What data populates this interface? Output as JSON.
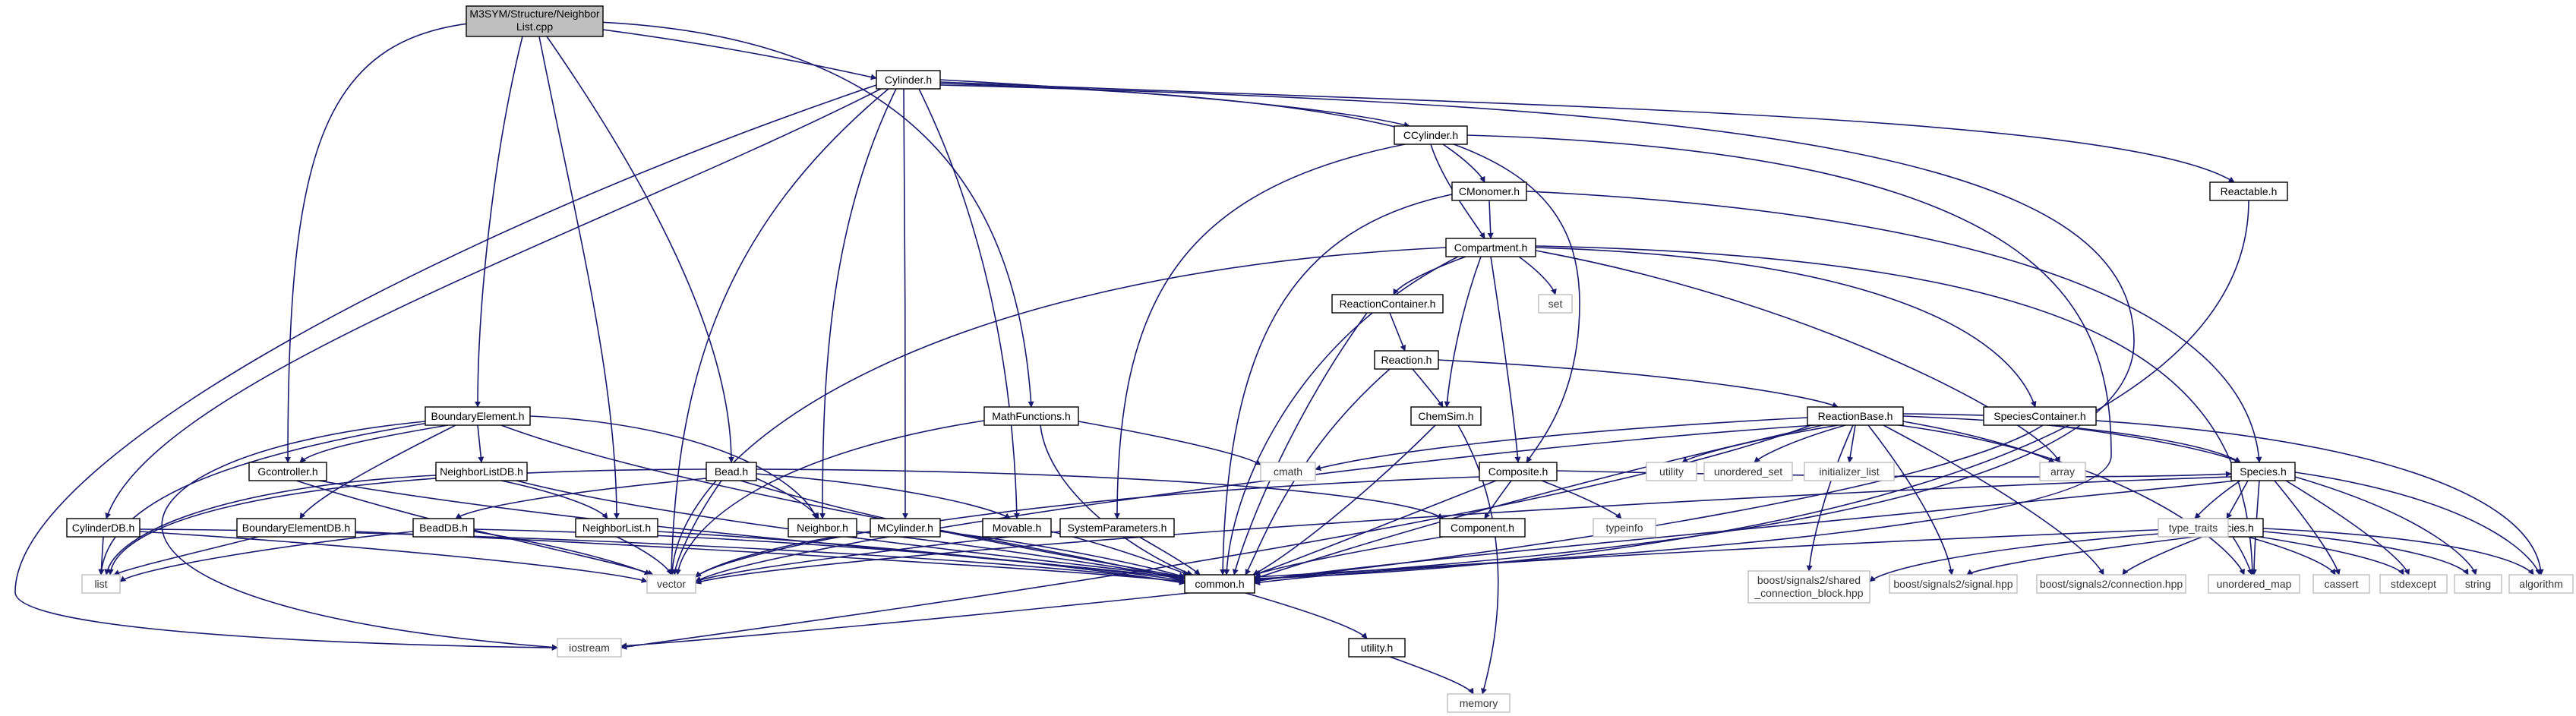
{
  "nodes": {
    "root": [
      "M3SYM/Structure/Neighbor",
      "List.cpp"
    ],
    "cylinder": "Cylinder.h",
    "boundary_element": "BoundaryElement.h",
    "gcontroller": "Gcontroller.h",
    "neighborlist_db": "NeighborListDB.h",
    "boundary_element_db": "BoundaryElementDB.h",
    "cylinder_db": "CylinderDB.h",
    "neighborlist": "NeighborList.h",
    "bead": "Bead.h",
    "bead_db": "BeadDB.h",
    "neighbor": "Neighbor.h",
    "mcylinder": "MCylinder.h",
    "movable": "Movable.h",
    "math_functions": "MathFunctions.h",
    "system_parameters": "SystemParameters.h",
    "ccylinder": "CCylinder.h",
    "cmonomer": "CMonomer.h",
    "compartment": "Compartment.h",
    "reaction_container": "ReactionContainer.h",
    "reaction": "Reaction.h",
    "chemsim": "ChemSim.h",
    "composite": "Composite.h",
    "component": "Component.h",
    "reaction_base": "ReactionBase.h",
    "species_container": "SpeciesContainer.h",
    "species": "Species.h",
    "rspecies": "RSpecies.h",
    "reactable": "Reactable.h",
    "common": "common.h",
    "utility_h": "utility.h",
    "list": "list",
    "vector": "vector",
    "iostream": "iostream",
    "memory": "memory",
    "cmath": "cmath",
    "set": "set",
    "utility": "utility",
    "unordered_set": "unordered_set",
    "initializer_list": "initializer_list",
    "array": "array",
    "typeinfo": "typeinfo",
    "type_traits": "type_traits",
    "unordered_map": "unordered_map",
    "cassert": "cassert",
    "stdexcept": "stdexcept",
    "string": "string",
    "algorithm": "algorithm",
    "shared_connection_block": [
      "boost/signals2/shared",
      "_connection_block.hpp"
    ],
    "signal_hpp": "boost/signals2/signal.hpp",
    "connection_hpp": "boost/signals2/connection.hpp"
  },
  "colors": {
    "edge": "#191970",
    "node_border": "#000000",
    "system_border": "#bfbfbf",
    "root_fill": "#bfbfbf",
    "background": "#ffffff"
  }
}
